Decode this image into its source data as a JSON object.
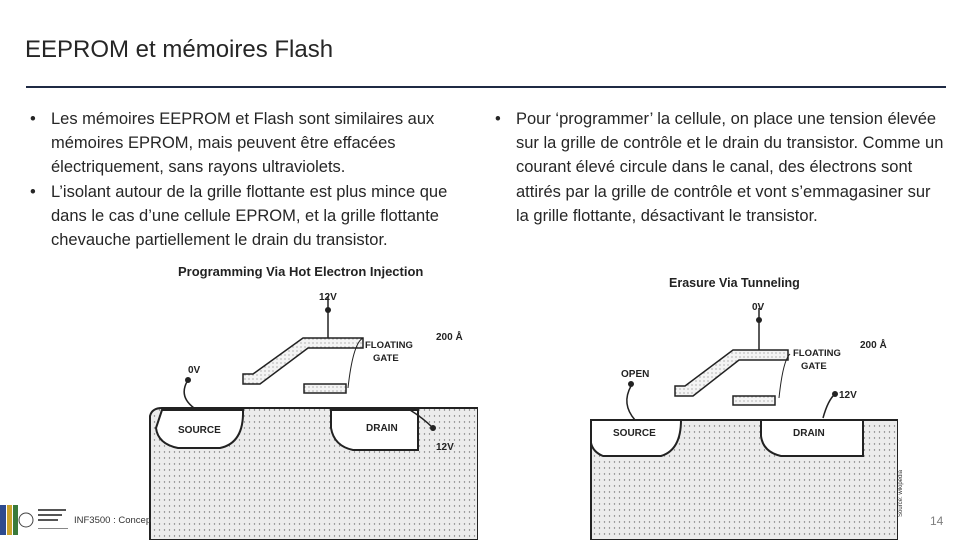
{
  "slide": {
    "title": "EEPROM et mémoires Flash",
    "page_number": "14",
    "footer": "INF3500 : Concep",
    "source_note": "Source: wikipédia"
  },
  "left_bullets": [
    "Les mémoires EEPROM et Flash sont similaires aux mémoires EPROM, mais peuvent être effacées électriquement, sans rayons ultraviolets.",
    "L’isolant autour de la grille flottante est plus mince que dans le cas d’une cellule EPROM, et la grille flottante chevauche partiellement le drain du transistor."
  ],
  "right_bullets": [
    "Pour ‘programmer’ la cellule, on place une tension élevée sur la grille de contrôle et le drain du transistor. Comme un courant élevé circule dans le canal, des électrons sont attirés par la grille de contrôle et vont s’emmagasiner sur la grille flottante, désactivant le transistor."
  ],
  "figure_programming": {
    "title": "Programming Via Hot Electron Injection",
    "gate_voltage": "12V",
    "source_voltage": "0V",
    "drain_voltage": "12V",
    "floating_gate_line1": "FLOATING",
    "floating_gate_line2": "GATE",
    "thickness": "200 Å",
    "source_label": "SOURCE",
    "drain_label": "DRAIN"
  },
  "figure_erasure": {
    "title": "Erasure Via Tunneling",
    "gate_voltage": "0V",
    "source_state": "OPEN",
    "drain_voltage": "12V",
    "floating_gate_line1": "FLOATING",
    "floating_gate_line2": "GATE",
    "thickness": "200 Å",
    "source_label": "SOURCE",
    "drain_label": "DRAIN"
  },
  "colors": {
    "title_rule": "#1f2a44",
    "text": "#262626",
    "substrate": "#e9e9e9"
  }
}
